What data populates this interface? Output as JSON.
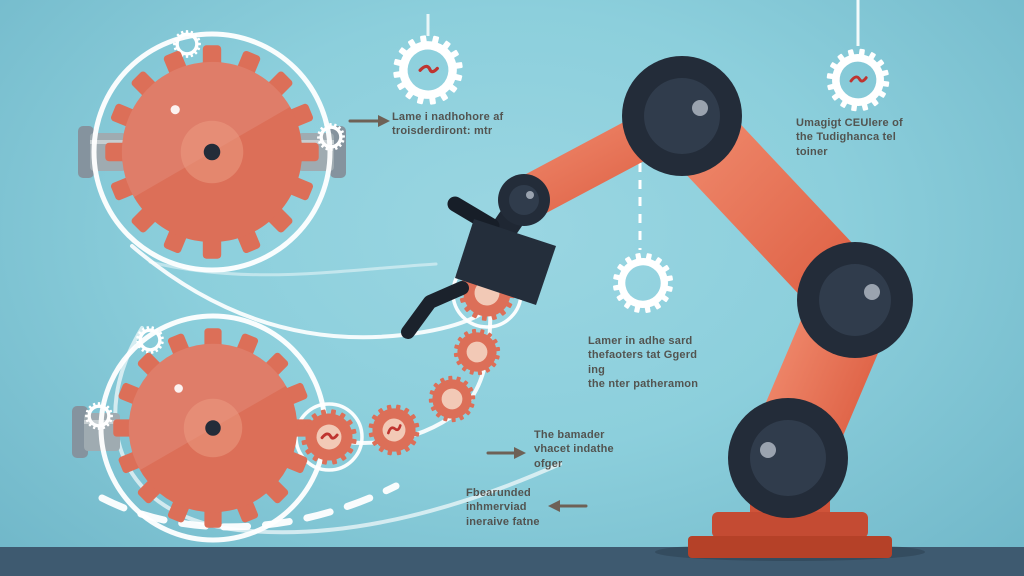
{
  "annotations": {
    "label1": {
      "lines": [
        "Lame i nadhohore af",
        "troisderdiront: mtr"
      ]
    },
    "label2": {
      "lines": [
        "Umagigt CEUlere of",
        "the Tudighanca tel toiner"
      ]
    },
    "label3": {
      "lines": [
        "Lamer in adhe sard",
        "thefaoters tat Ggerd ing",
        "the nter patheramon"
      ]
    },
    "label4": {
      "lines": [
        "The bamader",
        "vhacet indathe",
        "ofger"
      ]
    },
    "label5": {
      "lines": [
        "Fbearunded",
        "inhmerviad",
        "ineraive fatne"
      ]
    }
  },
  "icons": {
    "gear-icon": "⚙",
    "red-spark-icon": "~",
    "arrow-right-icon": "→",
    "arrow-left-icon": "←"
  },
  "colors": {
    "background": "#8ccfdc",
    "background-edge": "#6fb6c8",
    "floor": "#3e5a70",
    "arm": "#e56a4d",
    "arm-light": "#f08a6d",
    "arm-dark": "#cf5339",
    "base-dark": "#b54128",
    "base-mid": "#c44b33",
    "joint": "#232c39",
    "joint-inner": "#303c4c",
    "joint-dot": "#9aa3af",
    "gear": "#dc6f58",
    "gear-light": "#eb9a82",
    "gear-center": "#f2c9b6",
    "accent-red": "#bf3430",
    "text": "#4e4a45",
    "arrow": "#6e6156"
  }
}
